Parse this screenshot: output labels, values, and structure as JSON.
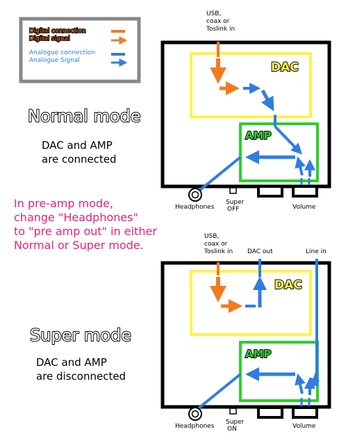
{
  "legend": {
    "digital_connection": "Digital connection",
    "digital_signal": "Digital signal",
    "analogue_connection": "Analogue connection",
    "analogue_signal": "Analogue Signal"
  },
  "colors": {
    "digital": "#f47a20",
    "analogue": "#2f7de1",
    "dac_box": "#fff24a",
    "amp_box": "#2bd02b",
    "pink_note": "#e8207a",
    "outline": "#000000"
  },
  "normal": {
    "title": "Normal mode",
    "desc_line1": "DAC and AMP",
    "desc_line2": "are connected",
    "input_line1": "USB,",
    "input_line2": "coax or",
    "input_line3": "Toslink in",
    "dac_label": "DAC",
    "amp_label": "AMP",
    "headphones": "Headphones",
    "super_line1": "Super",
    "super_line2": "OFF",
    "volume": "Volume"
  },
  "note": {
    "line1": "In pre-amp mode,",
    "line2": "change \"Headphones\"",
    "line3": "to \"pre amp out\" in either",
    "line4": "Normal or Super mode."
  },
  "super": {
    "title": "Super mode",
    "desc_line1": "DAC and AMP",
    "desc_line2": "are disconnected",
    "input_line1": "USB,",
    "input_line2": "coax or",
    "input_line3": "Toslink in",
    "dac_out": "DAC out",
    "line_in": "Line in",
    "dac_label": "DAC",
    "amp_label": "AMP",
    "headphones": "Headphones",
    "super_line1": "Super",
    "super_line2": "ON",
    "volume": "Volume"
  }
}
